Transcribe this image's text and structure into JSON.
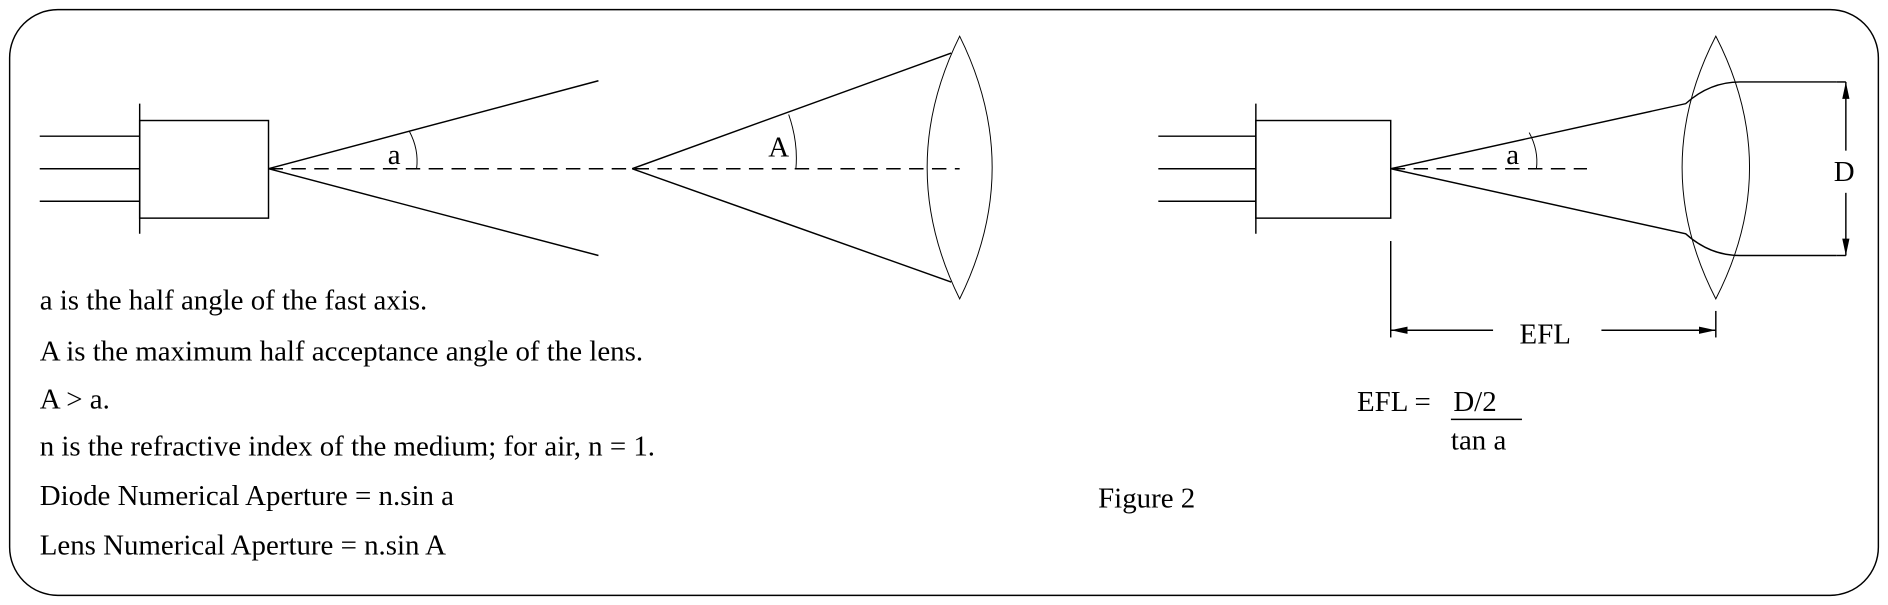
{
  "figure": {
    "left_diagram": {
      "diode_angle_label": "a",
      "lens_angle_label": "A"
    },
    "right_diagram": {
      "angle_label": "a",
      "diameter_label": "D",
      "efl_label": "EFL"
    },
    "formula": {
      "lhs": "EFL =",
      "numerator": "D/2",
      "denominator": "tan a"
    },
    "caption": "Figure 2",
    "notes": [
      "a is the half angle of the fast axis.",
      "A is the maximum half acceptance angle of the lens.",
      "A > a.",
      "n is the refractive index of the medium; for air, n = 1.",
      "Diode Numerical Aperture = n.sin a",
      "Lens Numerical Aperture = n.sin A"
    ]
  }
}
